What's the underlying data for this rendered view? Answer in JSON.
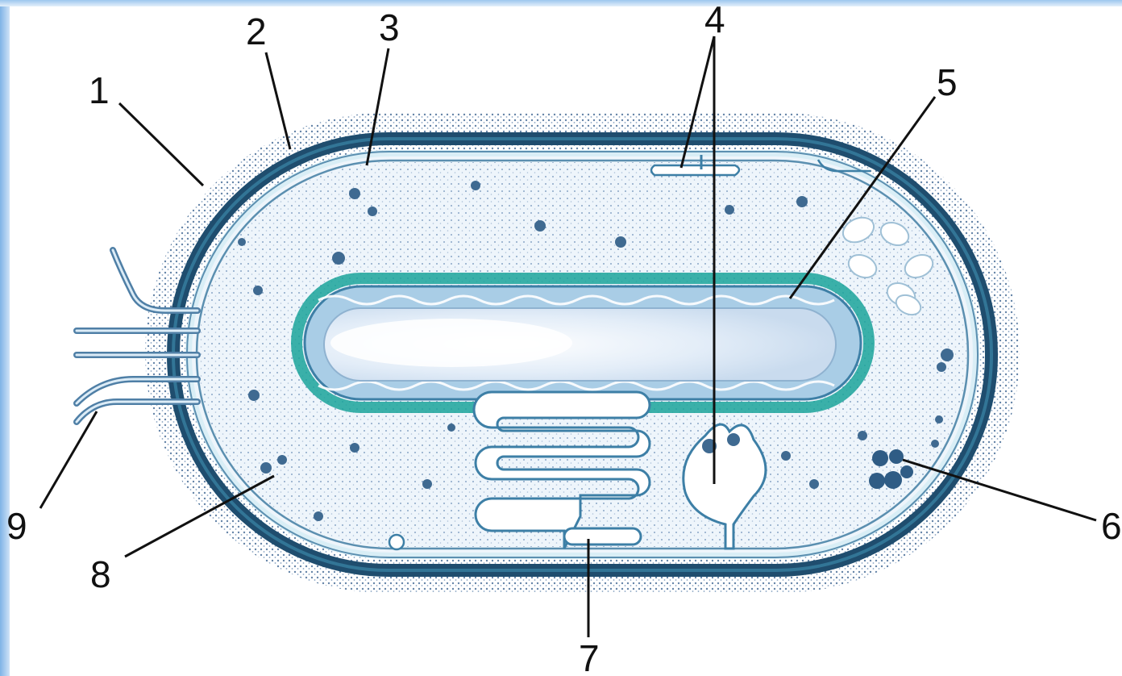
{
  "labels": {
    "l1": "1",
    "l2": "2",
    "l3": "3",
    "l4": "4",
    "l5": "5",
    "l6": "6",
    "l7": "7",
    "l8": "8",
    "l9": "9"
  },
  "colors": {
    "capsule_dots": "#4a6f99",
    "cell_wall": "#1f4d6e",
    "membrane": "#d9eef6",
    "cytoplasm": "#eef5fb",
    "nucleoid_edge": "#1aa39a",
    "nucleoid_core": "#dbe7f5",
    "frame": "#7fb3e6"
  }
}
